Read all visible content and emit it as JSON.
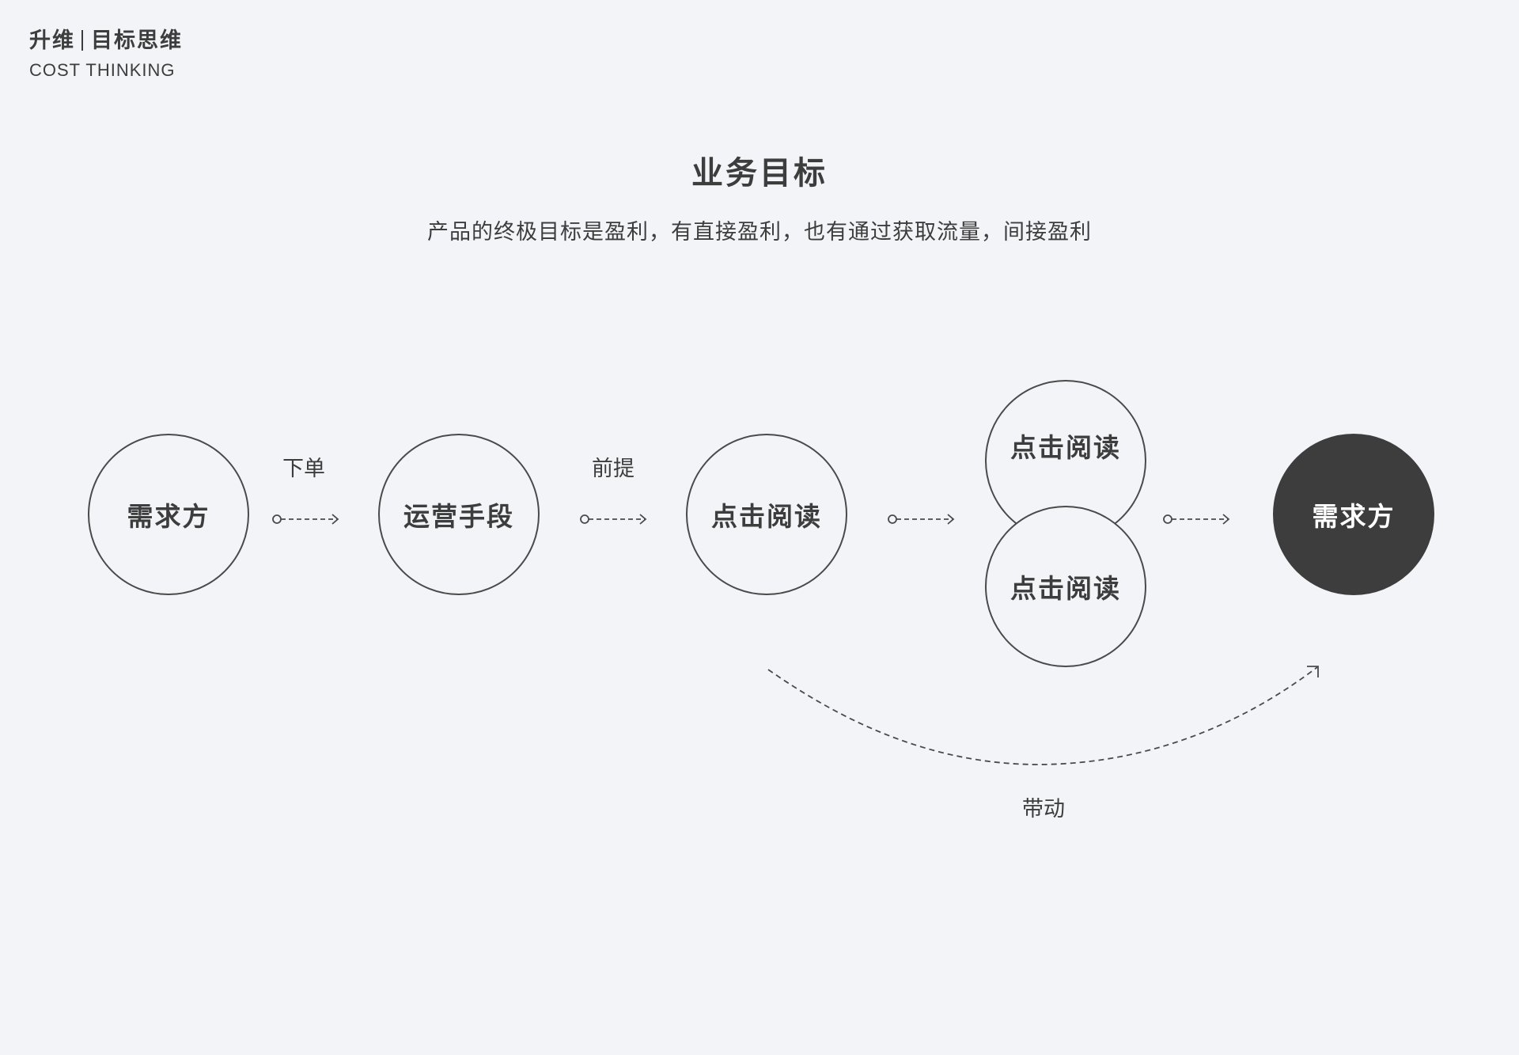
{
  "header": {
    "brand_part1": "升维",
    "brand_part2": "目标思维",
    "brand_sub": "COST THINKING"
  },
  "title": "业务目标",
  "subtitle": "产品的终极目标是盈利，有直接盈利，也有通过获取流量，间接盈利",
  "diagram": {
    "nodes": [
      {
        "id": "n1",
        "label": "需求方"
      },
      {
        "id": "n2",
        "label": "运营手段"
      },
      {
        "id": "n3",
        "label": "点击阅读"
      },
      {
        "id": "n4a",
        "label": "点击阅读"
      },
      {
        "id": "n4b",
        "label": "点击阅读"
      },
      {
        "id": "n5",
        "label": "需求方"
      }
    ],
    "edges": [
      {
        "from": "n1",
        "to": "n2",
        "label": "下单"
      },
      {
        "from": "n2",
        "to": "n3",
        "label": "前提"
      },
      {
        "from": "n3",
        "to": "n4a",
        "label": ""
      },
      {
        "from": "n4a",
        "to": "n5",
        "label": ""
      },
      {
        "from": "n3",
        "to": "n5",
        "label": "带动"
      }
    ]
  },
  "colors": {
    "background": "#f3f4f8",
    "stroke": "#4a4a4a",
    "text": "#3d3d3d",
    "dark_node": "#3d3d3d",
    "dark_node_text": "#ffffff"
  }
}
